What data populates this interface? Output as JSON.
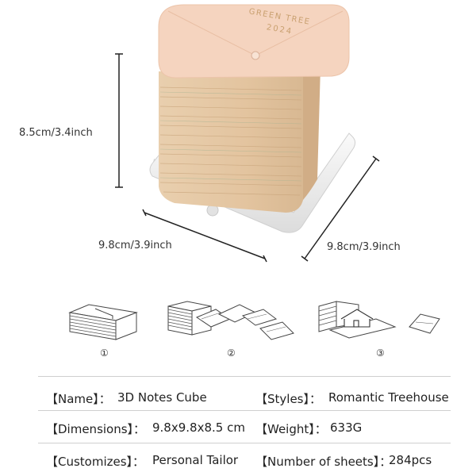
{
  "product": {
    "lid_text_line1": "GREEN TREE",
    "lid_text_line2": "2024"
  },
  "dimensions": {
    "height": "8.5cm/3.4inch",
    "width": "9.8cm/3.9inch",
    "depth": "9.8cm/3.9inch"
  },
  "steps": {
    "step1": "①",
    "step2": "②",
    "step3": "③"
  },
  "specs": {
    "name_key": "【Name】：",
    "name_val": "3D Notes Cube",
    "styles_key": "【Styles】：",
    "styles_val": "Romantic Treehouse",
    "dim_key": "【Dimensions】：",
    "dim_val": "9.8x9.8x8.5 cm",
    "weight_key": "【Weight】：",
    "weight_val": "633G",
    "custom_key": "【Customizes】：",
    "custom_val": "Personal Tailor",
    "sheets_key": "【Number of sheets】：",
    "sheets_val": "284pcs"
  },
  "colors": {
    "paper_top": "#f5d4bf",
    "paper_side": "#e6c9a8",
    "base": "#f2f2f2"
  }
}
